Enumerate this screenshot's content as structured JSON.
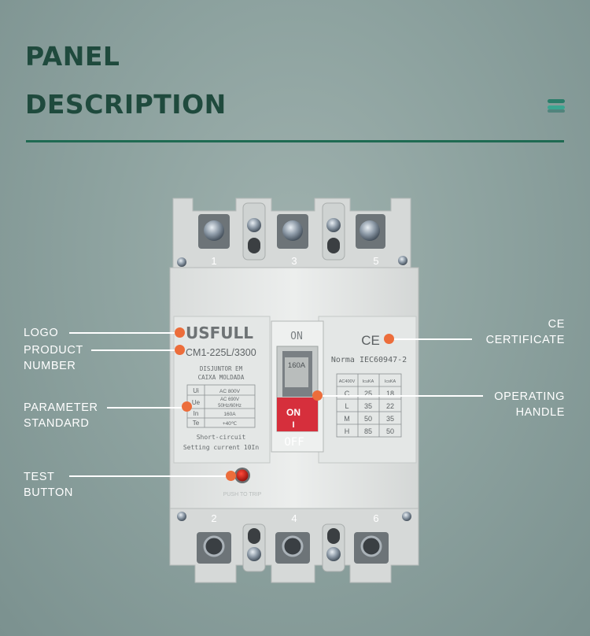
{
  "header": {
    "title_line1": "PANEL",
    "title_line2": "DESCRIPTION"
  },
  "colors": {
    "title": "#1f4a3d",
    "rule": "#1f6a52",
    "callout_dot": "#ec6d3b",
    "callout_text": "#ffffff",
    "on_button": "#d62f3c"
  },
  "icons": {
    "menu": "menu-icon"
  },
  "callouts": {
    "logo": {
      "line1": "LOGO"
    },
    "product_number": {
      "line1": "PRODUCT",
      "line2": "NUMBER"
    },
    "parameter_standard": {
      "line1": "PARAMETER",
      "line2": "STANDARD"
    },
    "test_button": {
      "line1": "TEST",
      "line2": "BUTTON"
    },
    "ce_certificate": {
      "line1": "CE",
      "line2": "CERTIFICATE"
    },
    "operating_handle": {
      "line1": "OPERATING",
      "line2": "HANDLE"
    }
  },
  "breaker": {
    "brand": "USFULL",
    "model": "CM1-225L/3300",
    "subtitle_line1": "DISJUNTOR EM",
    "subtitle_line2": "CAIXA MOLDADA",
    "params": [
      {
        "key": "Ui",
        "value": "AC 800V"
      },
      {
        "key": "Ue",
        "value": "AC 690V",
        "value2": "50Hz/60Hz"
      },
      {
        "key": "In",
        "value": "160A"
      },
      {
        "key": "Te",
        "value": "+40℃"
      }
    ],
    "note_line1": "Short-circuit",
    "note_line2": "Setting current 10In",
    "handle_on_top": "ON",
    "handle_rating": "160A",
    "on_label": "ON",
    "on_mark": "I",
    "off_label": "OFF",
    "ce_mark": "CE",
    "norma": "Norma IEC60947-2",
    "table": {
      "headers": [
        "AC400V",
        "IcuKA",
        "IcsKA"
      ],
      "rows": [
        [
          "C",
          "25",
          "18"
        ],
        [
          "L",
          "35",
          "22"
        ],
        [
          "M",
          "50",
          "35"
        ],
        [
          "H",
          "85",
          "50"
        ]
      ]
    },
    "push_to_trip": "PUSH TO TRIP",
    "terminals_top": [
      "1",
      "3",
      "5"
    ],
    "terminals_bottom": [
      "2",
      "4",
      "6"
    ]
  }
}
